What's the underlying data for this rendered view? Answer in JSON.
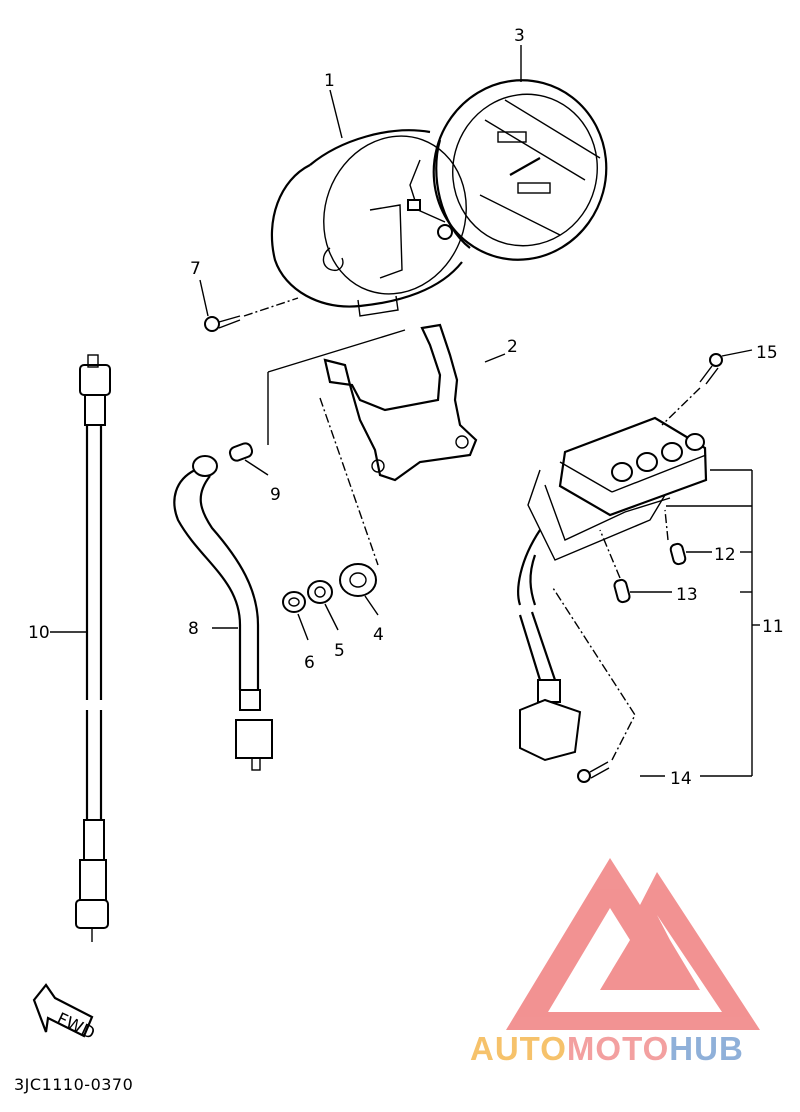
{
  "diagram": {
    "code": "3JC1110-0370",
    "direction_tag": "FWD",
    "callouts": [
      "1",
      "2",
      "3",
      "4",
      "5",
      "6",
      "7",
      "8",
      "9",
      "10",
      "11",
      "12",
      "13",
      "14",
      "15"
    ]
  },
  "watermark": {
    "part1": "AUTO",
    "part2": "MOTO",
    "part3": "HUB",
    "colors": {
      "auto": "#f6c26b",
      "moto": "#f3a0a0",
      "hub": "#8fb0d9",
      "logo": "#f08080"
    }
  }
}
